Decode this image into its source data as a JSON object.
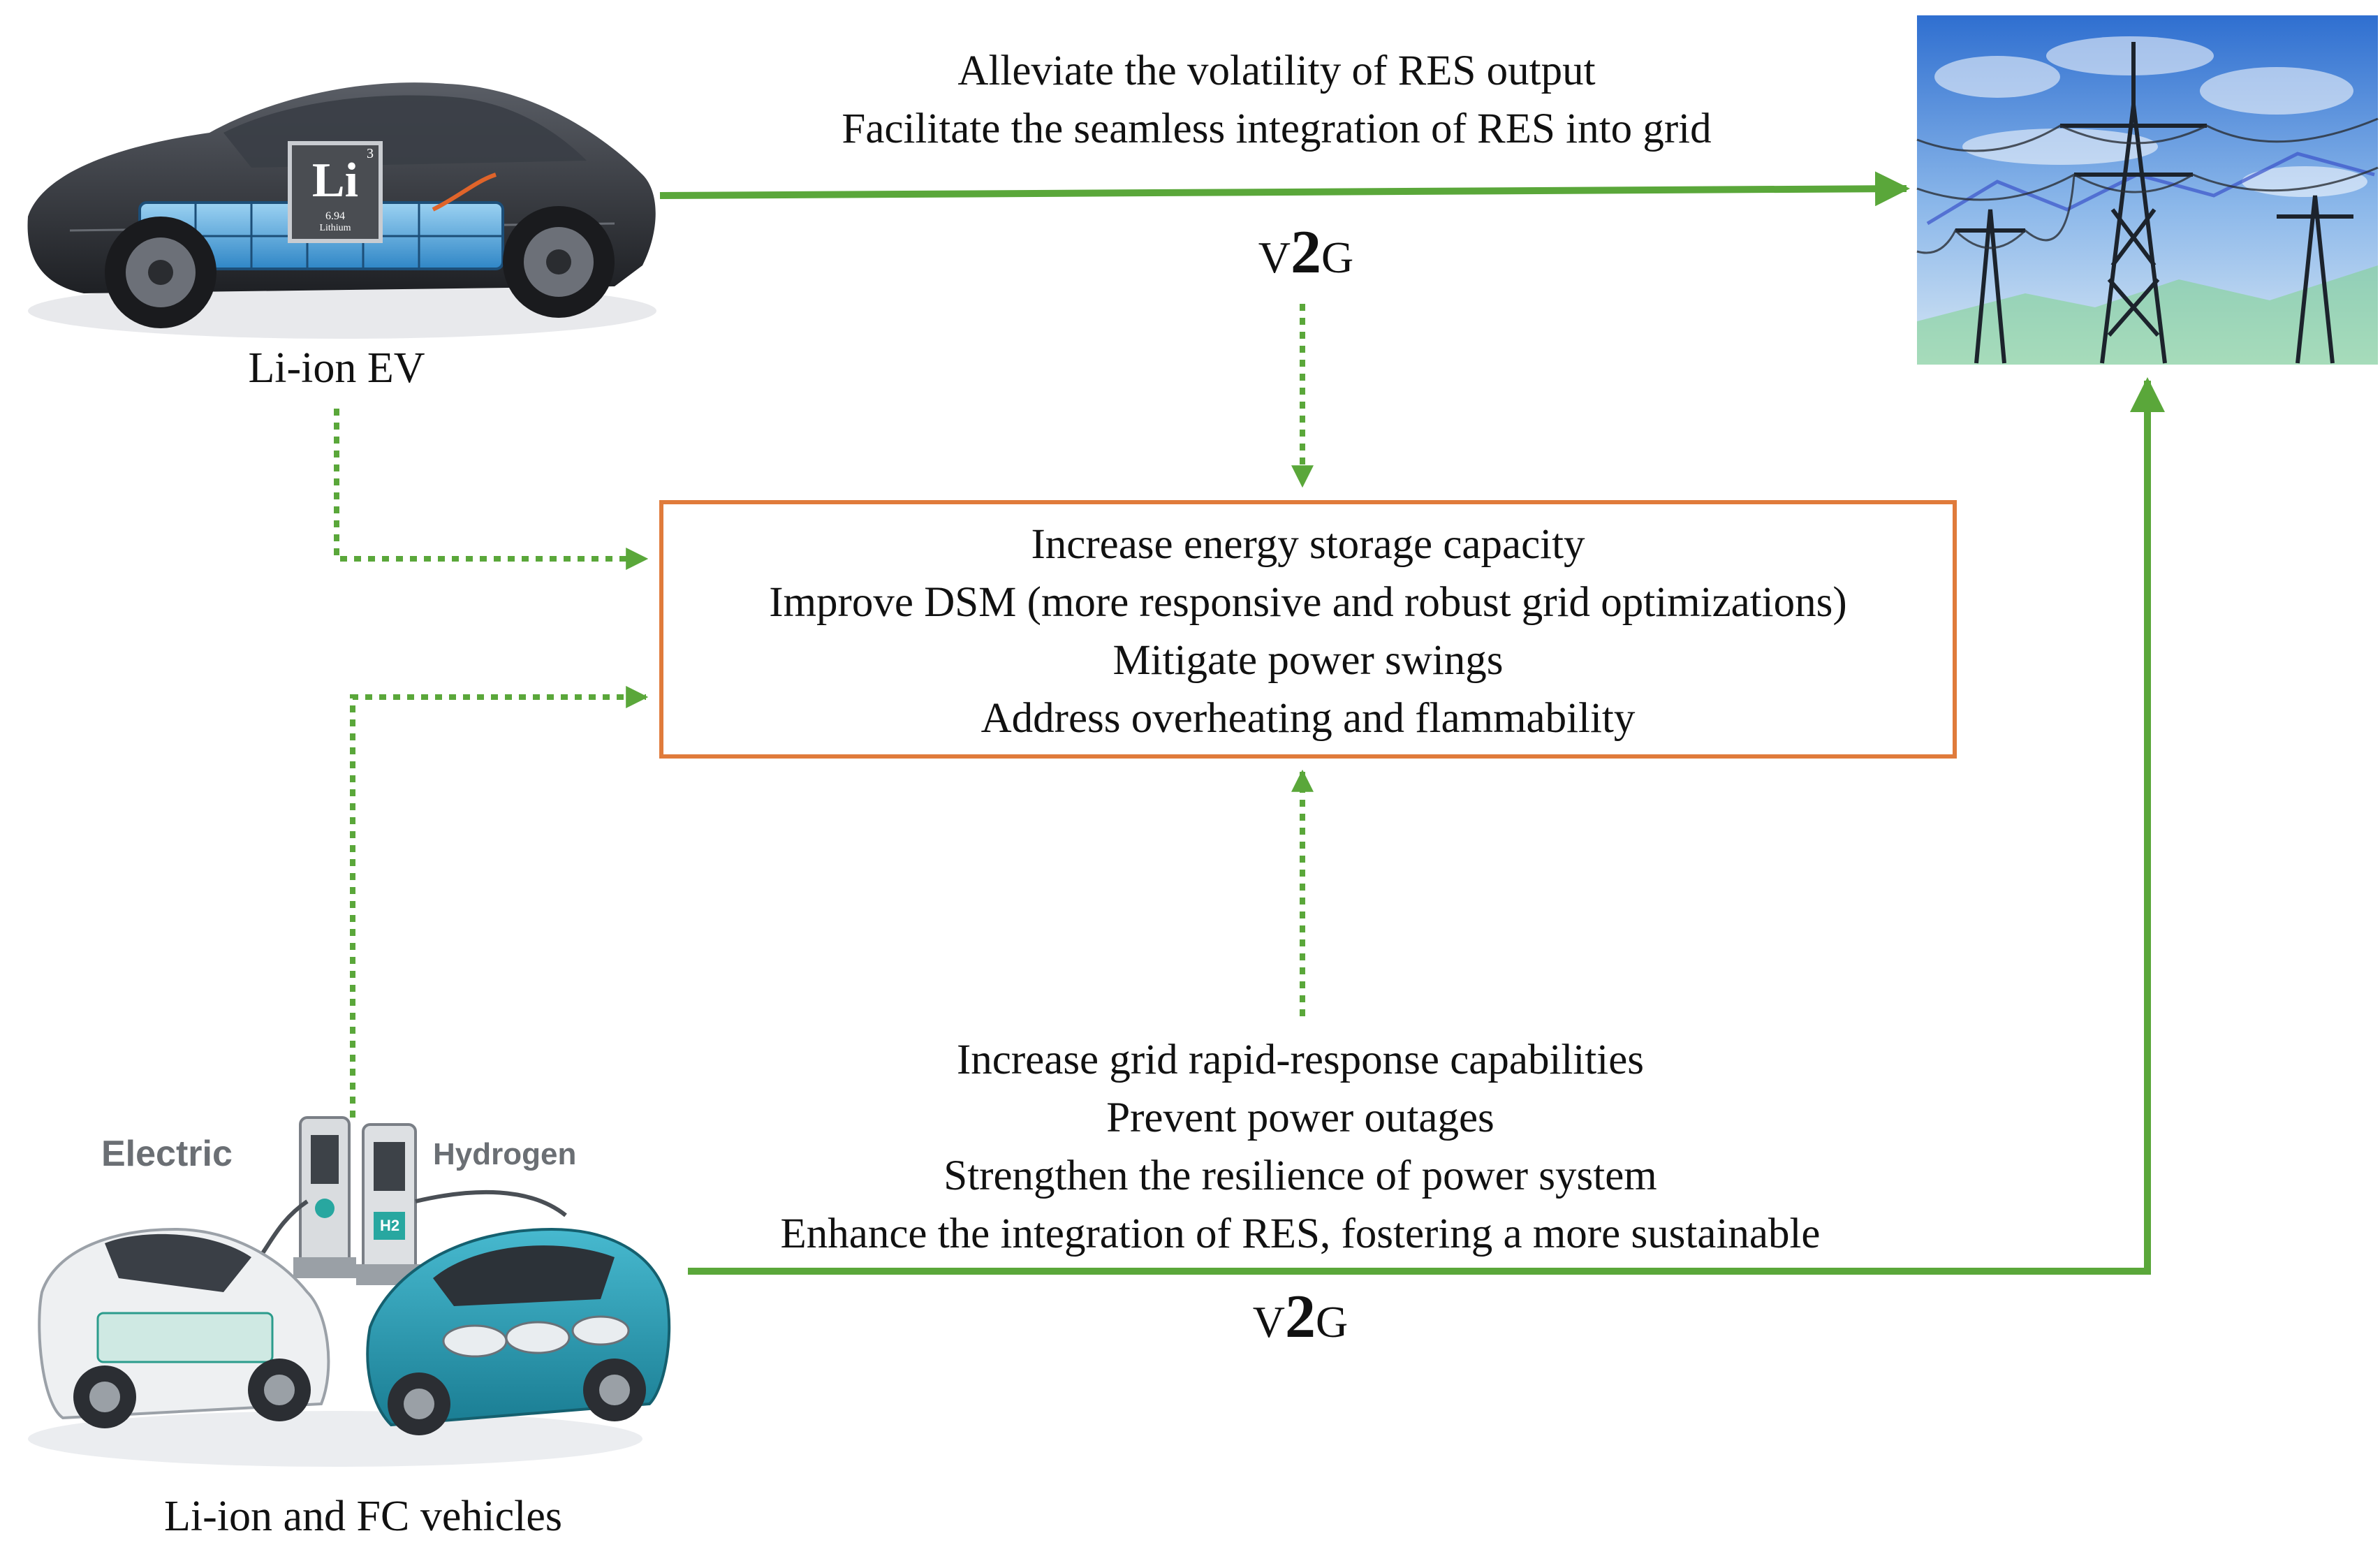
{
  "top_benefits": {
    "line1": "Alleviate the volatility of RES output",
    "line2": "Facilitate the seamless integration of RES into grid"
  },
  "v2g_top": {
    "prefix": "V",
    "digit": "2",
    "suffix": "G"
  },
  "v2g_bottom": {
    "prefix": "V",
    "digit": "2",
    "suffix": "G"
  },
  "center_box": {
    "lines": [
      "Increase energy storage capacity",
      "Improve DSM (more responsive and robust grid optimizations)",
      "Mitigate power swings",
      "Address overheating and flammability"
    ]
  },
  "bottom_benefits": {
    "lines": [
      "Increase grid rapid-response capabilities",
      "Prevent power outages",
      "Strengthen the resilience of power system",
      "Enhance the integration of RES, fostering a more sustainable"
    ]
  },
  "li_ion_ev": {
    "caption": "Li-ion EV",
    "badge_symbol": "Li",
    "badge_number": "3",
    "badge_mass": "6.94",
    "badge_name": "Lithium"
  },
  "vehicles": {
    "caption": "Li-ion and FC vehicles",
    "electric_label": "Electric",
    "hydrogen_label": "Hydrogen",
    "h2_tag": "H2"
  },
  "colors": {
    "arrow_green": "#5aa73a",
    "box_orange": "#e07b3b"
  },
  "icons": {
    "ev": "electric-car-battery-icon",
    "grid": "power-grid-pylon-icon",
    "stations": "charging-station-icon"
  }
}
